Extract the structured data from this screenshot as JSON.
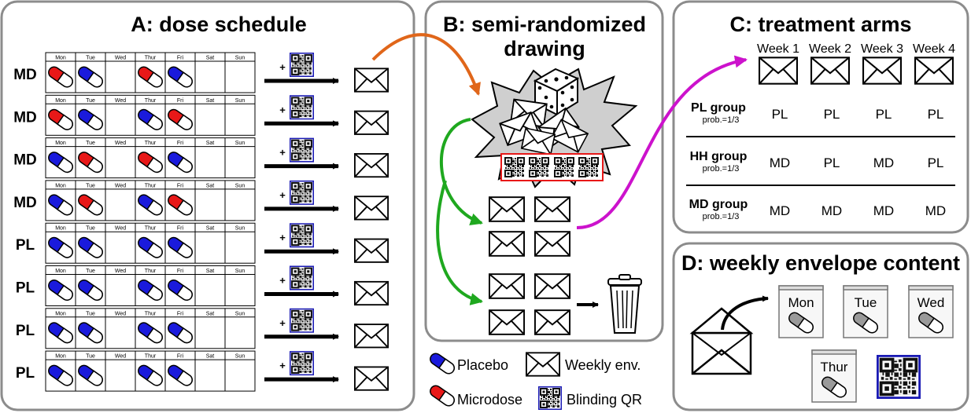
{
  "panels": {
    "a": {
      "title": "A: dose schedule"
    },
    "b": {
      "title_line1": "B: semi-randomized",
      "title_line2": "drawing"
    },
    "c": {
      "title": "C: treatment arms"
    },
    "d": {
      "title": "D: weekly envelope content"
    }
  },
  "schedule": {
    "days": [
      "Mon",
      "Tue",
      "Wed",
      "Thur",
      "Fri",
      "Sat",
      "Sun"
    ],
    "plus": "+",
    "rows": [
      {
        "label": "MD",
        "pills": [
          "microdose",
          "placebo",
          "",
          "microdose",
          "placebo",
          "",
          ""
        ]
      },
      {
        "label": "MD",
        "pills": [
          "microdose",
          "placebo",
          "",
          "placebo",
          "microdose",
          "",
          ""
        ]
      },
      {
        "label": "MD",
        "pills": [
          "placebo",
          "microdose",
          "",
          "microdose",
          "placebo",
          "",
          ""
        ]
      },
      {
        "label": "MD",
        "pills": [
          "placebo",
          "microdose",
          "",
          "placebo",
          "microdose",
          "",
          ""
        ]
      },
      {
        "label": "PL",
        "pills": [
          "placebo",
          "placebo",
          "",
          "placebo",
          "placebo",
          "",
          ""
        ]
      },
      {
        "label": "PL",
        "pills": [
          "placebo",
          "placebo",
          "",
          "placebo",
          "placebo",
          "",
          ""
        ]
      },
      {
        "label": "PL",
        "pills": [
          "placebo",
          "placebo",
          "",
          "placebo",
          "placebo",
          "",
          ""
        ]
      },
      {
        "label": "PL",
        "pills": [
          "placebo",
          "placebo",
          "",
          "placebo",
          "placebo",
          "",
          ""
        ]
      }
    ]
  },
  "legend": {
    "placebo": "Placebo",
    "microdose": "Microdose",
    "weekly_env": "Weekly env.",
    "blinding_qr": "Blinding QR"
  },
  "arms": {
    "weeks": [
      "Week 1",
      "Week 2",
      "Week 3",
      "Week 4"
    ],
    "groups": [
      {
        "name": "PL group",
        "prob": "prob.=1/3",
        "values": [
          "PL",
          "PL",
          "PL",
          "PL"
        ]
      },
      {
        "name": "HH group",
        "prob": "prob.=1/3",
        "values": [
          "MD",
          "PL",
          "MD",
          "PL"
        ]
      },
      {
        "name": "MD group",
        "prob": "prob.=1/3",
        "values": [
          "MD",
          "MD",
          "MD",
          "MD"
        ]
      }
    ]
  },
  "envelope_content": {
    "bags": [
      "Mon",
      "Tue",
      "Wed",
      "Thur"
    ]
  },
  "colors": {
    "placebo": "#1a1adc",
    "microdose": "#e81818",
    "orange_arrow": "#e0661a",
    "green_arrow": "#1fa81f",
    "magenta_arrow": "#cc12cc",
    "panel_border": "#8c8c8c",
    "pill_grey": "#9a9a9a",
    "qr_border": "#1a1ab4",
    "burst_fill": "#cfcfcf"
  },
  "icons": [
    "pill-icon",
    "qr-icon",
    "envelope-icon",
    "dice-icon",
    "trash-can-icon",
    "open-envelope-icon",
    "pill-bag-icon"
  ]
}
